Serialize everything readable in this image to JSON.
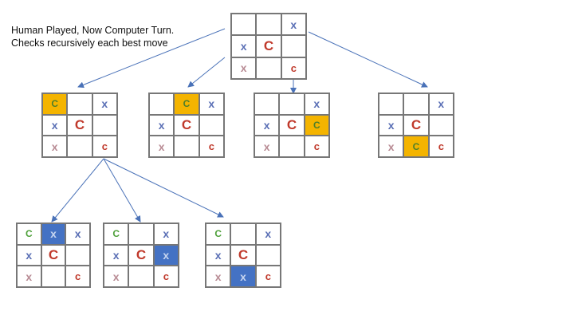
{
  "caption": "Human Played, Now Computer Turn. Checks recursively each best move",
  "colors": {
    "grid": "#777777",
    "x_blue": "#5a6fb5",
    "x_pink": "#b88b94",
    "c_red": "#c0392b",
    "c_green": "#4ea03a",
    "c_on_orange": "#4f7f2a",
    "x_on_blue": "#c8d6f0",
    "highlight_orange": "#f4b400",
    "highlight_blue": "#4472c4",
    "arrow": "#4a72b8"
  },
  "boards": [
    {
      "name": "root-board",
      "cells": [
        {
          "v": ""
        },
        {
          "v": ""
        },
        {
          "v": "x",
          "c": "x_blue"
        },
        {
          "v": "x",
          "c": "x_blue"
        },
        {
          "v": "C",
          "c": "c_red"
        },
        {
          "v": ""
        },
        {
          "v": "x",
          "c": "x_pink"
        },
        {
          "v": ""
        },
        {
          "v": "c",
          "c": "c_red"
        }
      ]
    },
    {
      "name": "move-board-1",
      "cells": [
        {
          "v": "C",
          "c": "c_on_orange",
          "hl": "orange"
        },
        {
          "v": ""
        },
        {
          "v": "x",
          "c": "x_blue"
        },
        {
          "v": "x",
          "c": "x_blue"
        },
        {
          "v": "C",
          "c": "c_red"
        },
        {
          "v": ""
        },
        {
          "v": "x",
          "c": "x_pink"
        },
        {
          "v": ""
        },
        {
          "v": "c",
          "c": "c_red"
        }
      ]
    },
    {
      "name": "move-board-2",
      "cells": [
        {
          "v": ""
        },
        {
          "v": "C",
          "c": "c_on_orange",
          "hl": "orange"
        },
        {
          "v": "x",
          "c": "x_blue"
        },
        {
          "v": "x",
          "c": "x_blue"
        },
        {
          "v": "C",
          "c": "c_red"
        },
        {
          "v": ""
        },
        {
          "v": "x",
          "c": "x_pink"
        },
        {
          "v": ""
        },
        {
          "v": "c",
          "c": "c_red"
        }
      ]
    },
    {
      "name": "move-board-3",
      "cells": [
        {
          "v": ""
        },
        {
          "v": ""
        },
        {
          "v": "x",
          "c": "x_blue"
        },
        {
          "v": "x",
          "c": "x_blue"
        },
        {
          "v": "C",
          "c": "c_red"
        },
        {
          "v": "C",
          "c": "c_on_orange",
          "hl": "orange"
        },
        {
          "v": "x",
          "c": "x_pink"
        },
        {
          "v": ""
        },
        {
          "v": "c",
          "c": "c_red"
        }
      ]
    },
    {
      "name": "move-board-4",
      "cells": [
        {
          "v": ""
        },
        {
          "v": ""
        },
        {
          "v": "x",
          "c": "x_blue"
        },
        {
          "v": "x",
          "c": "x_blue"
        },
        {
          "v": "C",
          "c": "c_red"
        },
        {
          "v": ""
        },
        {
          "v": "x",
          "c": "x_pink"
        },
        {
          "v": "C",
          "c": "c_on_orange",
          "hl": "orange"
        },
        {
          "v": "c",
          "c": "c_red"
        }
      ]
    },
    {
      "name": "reply-board-1",
      "cells": [
        {
          "v": "C",
          "c": "c_green"
        },
        {
          "v": "x",
          "c": "x_on_blue",
          "hl": "blue"
        },
        {
          "v": "x",
          "c": "x_blue"
        },
        {
          "v": "x",
          "c": "x_blue"
        },
        {
          "v": "C",
          "c": "c_red"
        },
        {
          "v": ""
        },
        {
          "v": "x",
          "c": "x_pink"
        },
        {
          "v": ""
        },
        {
          "v": "c",
          "c": "c_red"
        }
      ]
    },
    {
      "name": "reply-board-2",
      "cells": [
        {
          "v": "C",
          "c": "c_green"
        },
        {
          "v": ""
        },
        {
          "v": "x",
          "c": "x_blue"
        },
        {
          "v": "x",
          "c": "x_blue"
        },
        {
          "v": "C",
          "c": "c_red"
        },
        {
          "v": "x",
          "c": "x_on_blue",
          "hl": "blue"
        },
        {
          "v": "x",
          "c": "x_pink"
        },
        {
          "v": ""
        },
        {
          "v": "c",
          "c": "c_red"
        }
      ]
    },
    {
      "name": "reply-board-3",
      "cells": [
        {
          "v": "C",
          "c": "c_green"
        },
        {
          "v": ""
        },
        {
          "v": "x",
          "c": "x_blue"
        },
        {
          "v": "x",
          "c": "x_blue"
        },
        {
          "v": "C",
          "c": "c_red"
        },
        {
          "v": ""
        },
        {
          "v": "x",
          "c": "x_pink"
        },
        {
          "v": "x",
          "c": "x_on_blue",
          "hl": "blue"
        },
        {
          "v": "c",
          "c": "c_red"
        }
      ]
    }
  ]
}
